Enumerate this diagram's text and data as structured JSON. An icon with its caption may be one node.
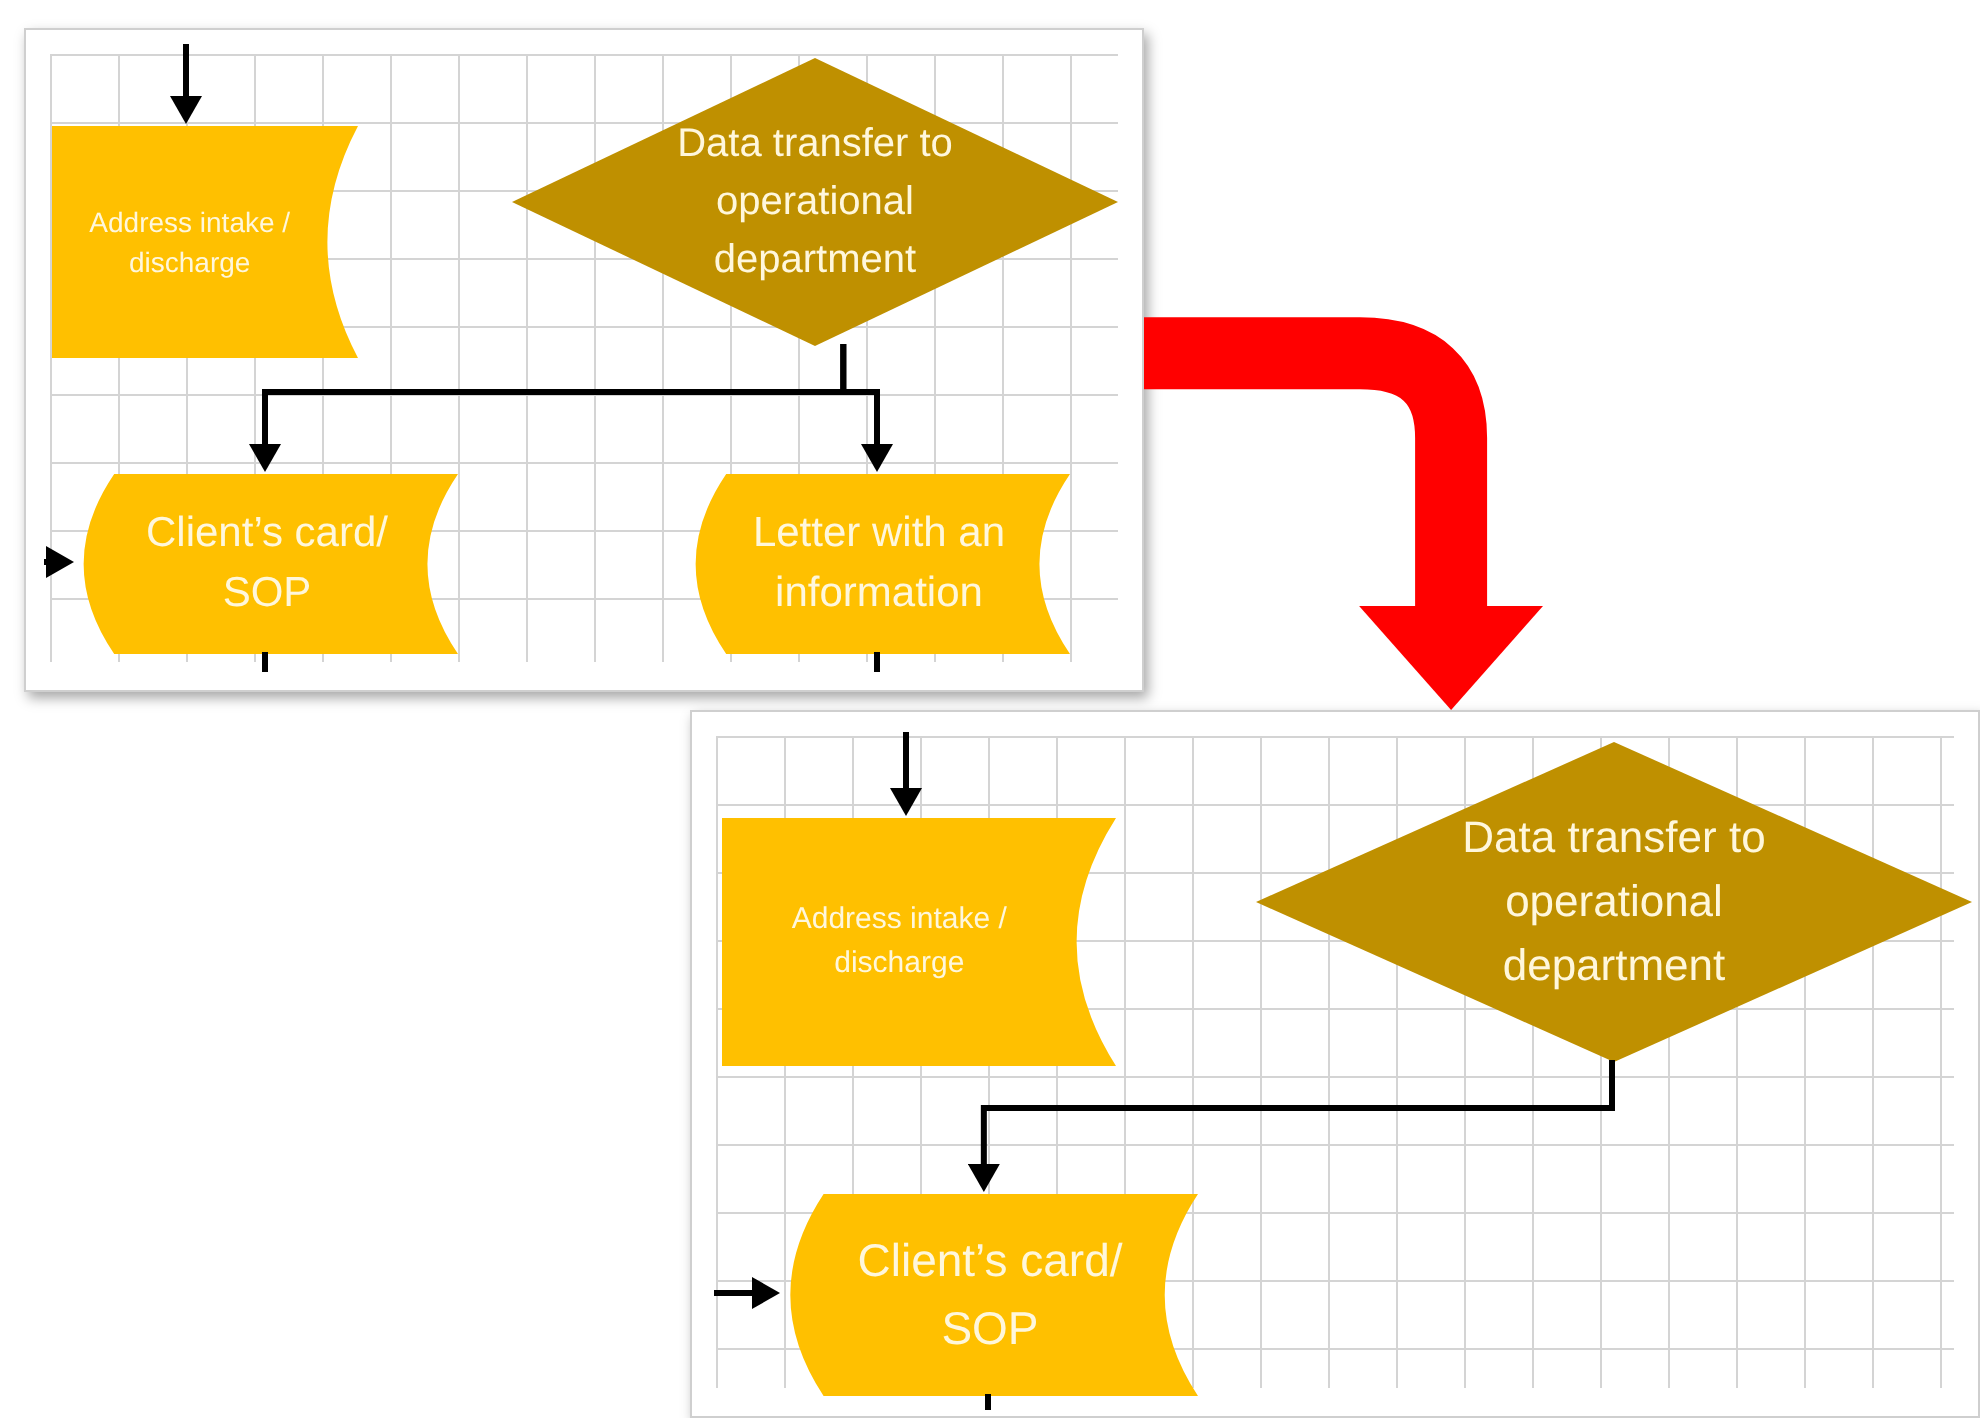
{
  "diagram": {
    "nodes": [
      {
        "text": [],
        "shape": "box"
      },
      {
        "text": [
          "Address intake / discharge"
        ],
        "in": 0
      },
      {
        "text": [
          "Data transfer to operational department"
        ],
        "in": 0
      },
      {
        "text": [
          "Client’s card/ SOP"
        ],
        "in": 0
      },
      {
        "text": [
          "Letter with an information"
        ],
        "in": 0
      },
      {
        "text": [],
        "shape": "box"
      },
      {
        "text": [
          "Address intake / discharge"
        ],
        "in": 5
      },
      {
        "text": [
          "Data transfer to operational department"
        ],
        "in": 5
      },
      {
        "text": [
          "Client’s card/ SOP"
        ],
        "in": 5
      }
    ],
    "edges": [
      {
        "from": null,
        "to": 1,
        "arrow": "to"
      },
      {
        "from": 2,
        "to": 3,
        "arrow": "to"
      },
      {
        "from": 2,
        "to": 4,
        "arrow": "to"
      },
      {
        "from": null,
        "to": 3,
        "arrow": "to"
      },
      {
        "from": 3,
        "to": null,
        "arrow": "none"
      },
      {
        "from": 4,
        "to": null,
        "arrow": "none"
      },
      {
        "from": 0,
        "to": 5,
        "arrow": "to",
        "style": "thick",
        "color": "#ff0000"
      },
      {
        "from": null,
        "to": 6,
        "arrow": "to"
      },
      {
        "from": 7,
        "to": 8,
        "arrow": "to"
      },
      {
        "from": null,
        "to": 8,
        "arrow": "to"
      },
      {
        "from": 8,
        "to": null,
        "arrow": "none"
      }
    ]
  }
}
